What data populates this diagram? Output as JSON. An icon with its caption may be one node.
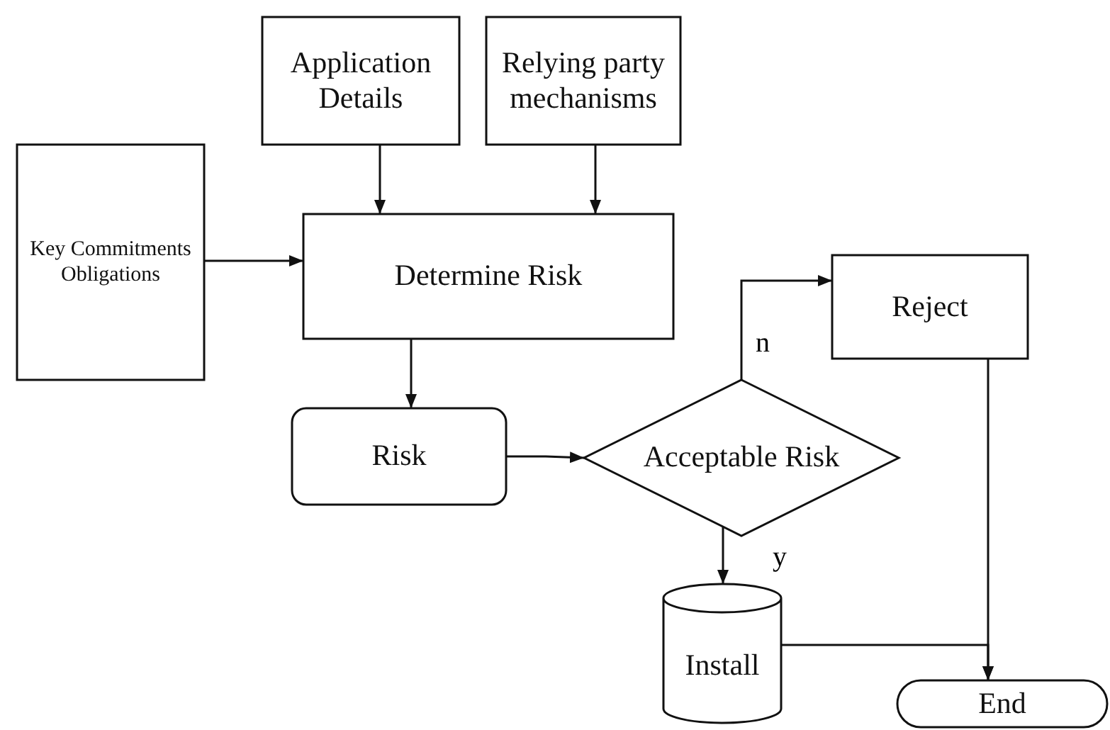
{
  "diagram": {
    "nodes": [
      {
        "text": [
          "Application Details"
        ]
      },
      {
        "text": [
          "Relying party mechanisms"
        ]
      },
      {
        "text": [
          "Key Commitments Obligations"
        ]
      },
      {
        "text": [
          "Determine Risk"
        ]
      },
      {
        "text": [
          "Risk"
        ]
      },
      {
        "text": [
          "Acceptable Risk"
        ]
      },
      {
        "text": [
          "Reject"
        ]
      },
      {
        "text": [
          "Install"
        ]
      },
      {
        "text": [
          "End"
        ]
      }
    ],
    "edges": [
      {
        "from": 0,
        "to": 3,
        "arrow": "to"
      },
      {
        "from": 1,
        "to": 3,
        "arrow": "to"
      },
      {
        "from": 2,
        "to": 3,
        "arrow": "to"
      },
      {
        "from": 3,
        "to": 4,
        "arrow": "to"
      },
      {
        "from": 4,
        "to": 5,
        "arrow": "to"
      },
      {
        "from": 5,
        "to": 6,
        "label": "n",
        "arrow": "to"
      },
      {
        "from": 5,
        "to": 7,
        "label": "y",
        "arrow": "to"
      },
      {
        "from": 6,
        "to": 8,
        "arrow": "to"
      },
      {
        "from": 7,
        "to": 8,
        "arrow": "to"
      }
    ]
  }
}
